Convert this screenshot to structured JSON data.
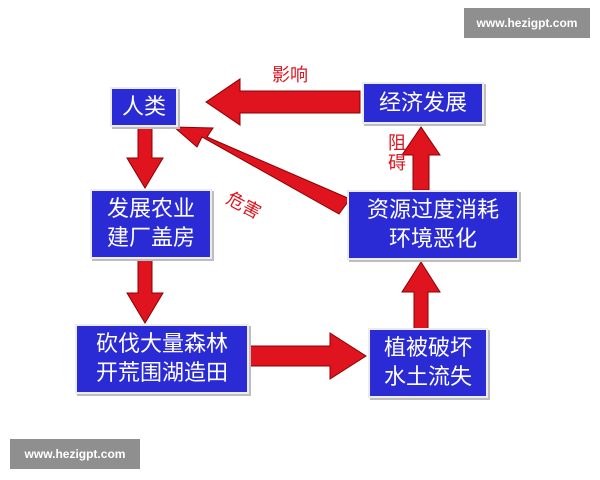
{
  "watermark_top": "www.hezigpt.com",
  "watermark_bottom": "www.hezigpt.com",
  "nodes": {
    "humans": [
      "人类"
    ],
    "agriculture": [
      "发展农业",
      "建厂盖房"
    ],
    "deforestation": [
      "砍伐大量森林",
      "开荒围湖造田"
    ],
    "vegetation": [
      "植被破坏",
      "水土流失"
    ],
    "resources": [
      "资源过度消耗",
      "环境恶化"
    ],
    "economy": [
      "经济发展"
    ]
  },
  "edge_labels": {
    "influence": "影响",
    "harm": "危害",
    "hinder_1": "阻",
    "hinder_2": "碍"
  },
  "colors": {
    "box_fill": "#2b2bd6",
    "box_text": "#ffffff",
    "arrow": "#e0141e",
    "label": "#e0141e",
    "watermark_bg": "#8f8f8f"
  }
}
